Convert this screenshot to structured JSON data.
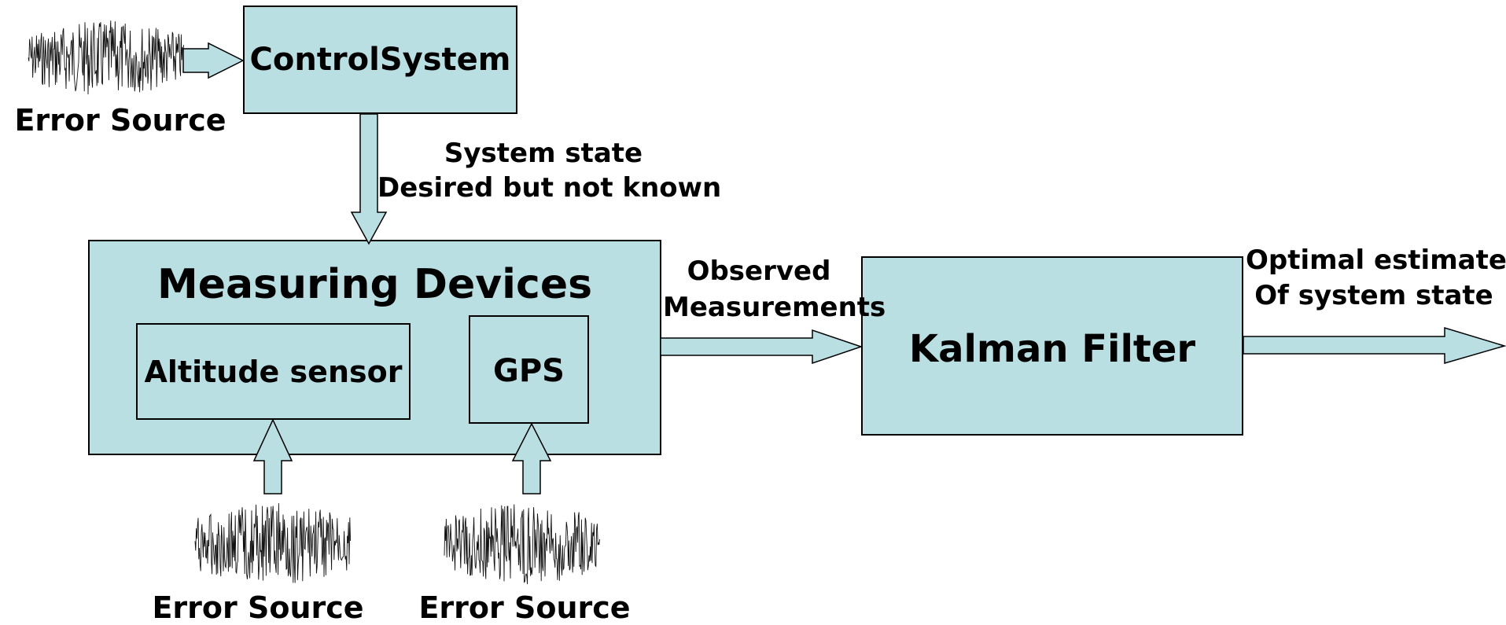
{
  "colors": {
    "box_fill": "#b9dfe3",
    "stroke": "#000000",
    "background": "#ffffff"
  },
  "boxes": {
    "control_system": "ControlSystem",
    "measuring_devices": "Measuring Devices",
    "altitude_sensor": "Altitude sensor",
    "gps": "GPS",
    "kalman_filter": "Kalman Filter"
  },
  "labels": {
    "system_state_line1": "System state",
    "system_state_line2": "Desired but not known",
    "observed_line1": "Observed",
    "observed_line2": "Measurements",
    "optimal_line1": "Optimal estimate",
    "optimal_line2": "Of system state",
    "error_source_top": "Error Source",
    "error_source_altitude": "Error Source",
    "error_source_gps": "Error Source"
  },
  "icons": {
    "noise": "noise-signal-icon",
    "arrow": "block-arrow-icon"
  }
}
